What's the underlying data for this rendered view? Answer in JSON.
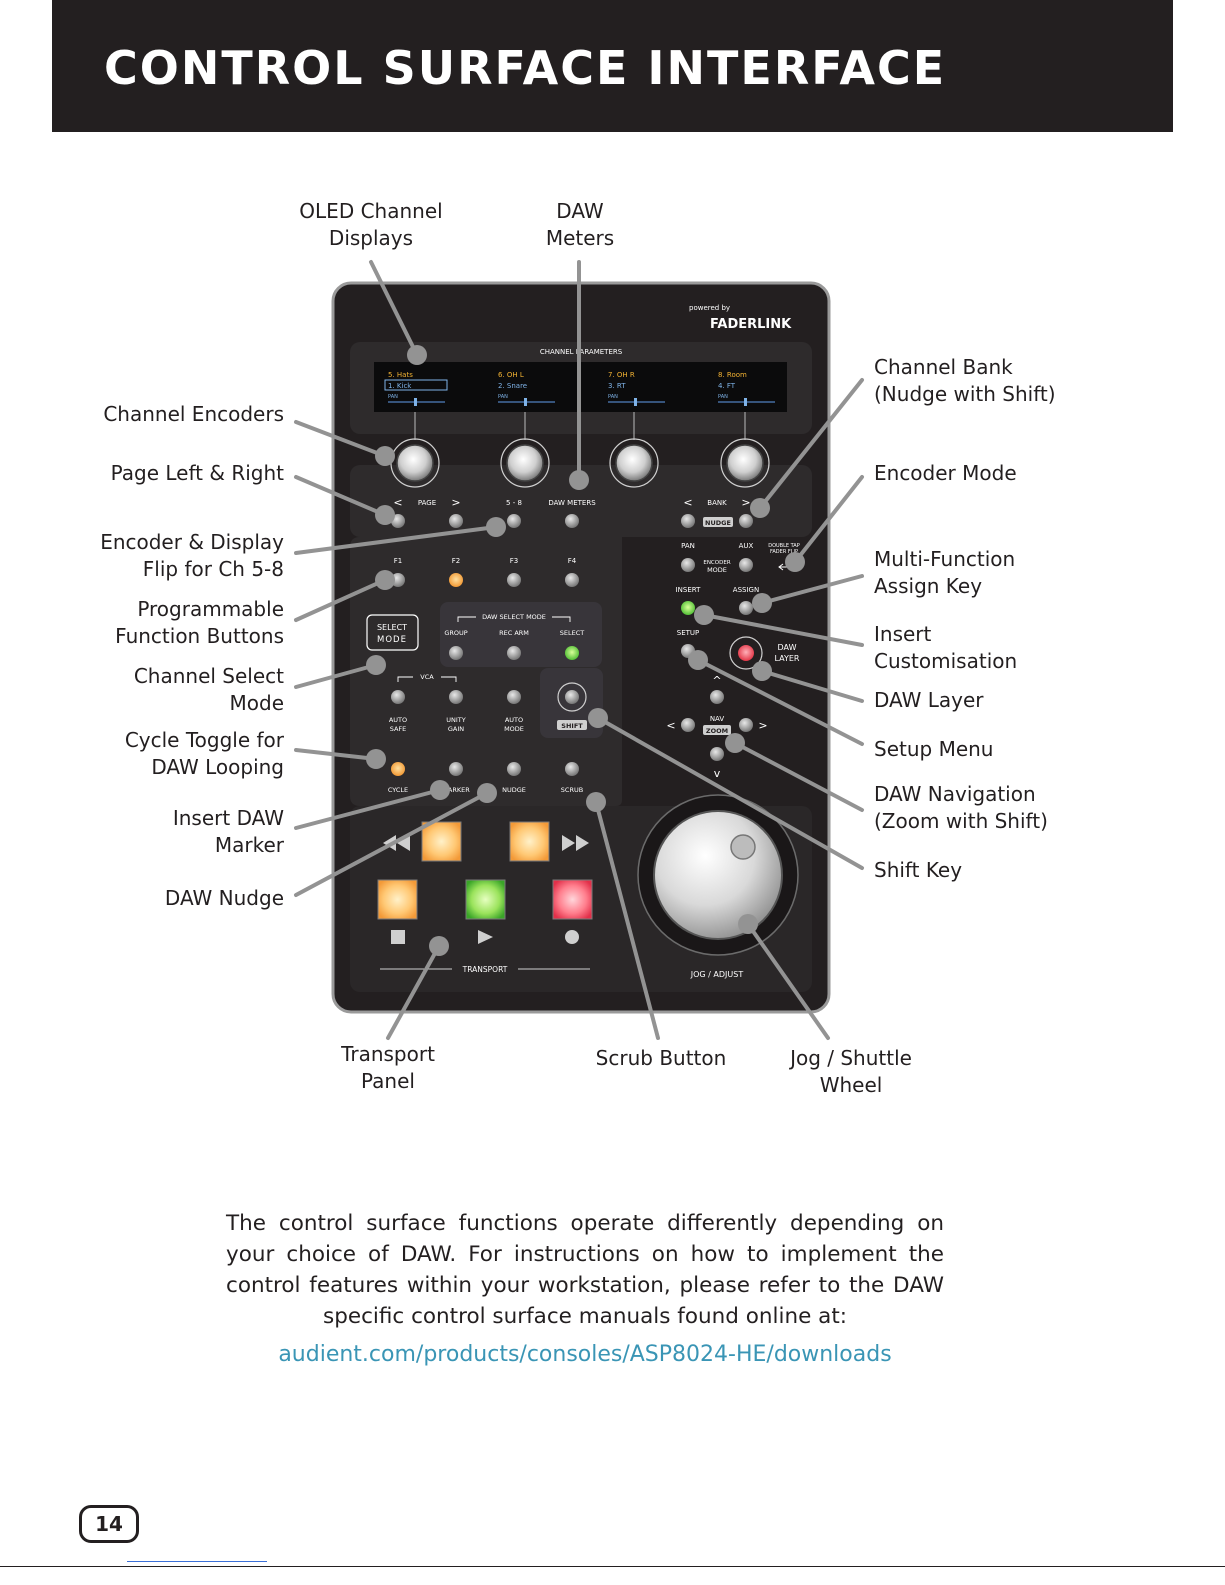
{
  "header": {
    "title": "CONTROL SURFACE INTERFACE"
  },
  "callouts": {
    "oled": "OLED Channel\nDisplays",
    "meters": "DAW\nMeters",
    "encoders": "Channel Encoders",
    "page": "Page Left & Right",
    "flip": "Encoder & Display\nFlip for Ch 5-8",
    "func": "Programmable\nFunction Buttons",
    "chsel": "Channel Select\nMode",
    "cycle": "Cycle Toggle for\nDAW Looping",
    "marker": "Insert DAW\nMarker",
    "nudge": "DAW Nudge",
    "bank": "Channel Bank\n(Nudge with Shift)",
    "encmode": "Encoder Mode",
    "assign": "Multi-Function\nAssign Key",
    "insert": "Insert\nCustomisation",
    "layer": "DAW Layer",
    "setup": "Setup Menu",
    "nav": "DAW Navigation\n(Zoom with Shift)",
    "shift": "Shift Key",
    "transport": "Transport\nPanel",
    "scrub": "Scrub Button",
    "jog": "Jog / Shuttle\nWheel"
  },
  "device": {
    "powered_by": "powered by",
    "brand": "FADERLINK",
    "channel_parameters": "CHANNEL PARAMETERS",
    "displays": [
      {
        "top": "5. Hats",
        "bottom": "1. Kick",
        "param": "PAN"
      },
      {
        "top": "6. OH L",
        "bottom": "2. Snare",
        "param": "PAN"
      },
      {
        "top": "7. OH R",
        "bottom": "3. RT",
        "param": "PAN"
      },
      {
        "top": "8. Room",
        "bottom": "4. FT",
        "param": "PAN"
      }
    ],
    "page": "PAGE",
    "lt": "<",
    "gt": ">",
    "five_eight": "5 - 8",
    "daw_meters": "DAW METERS",
    "bank": "BANK",
    "nudge_badge": "NUDGE",
    "f1": "F1",
    "f2": "F2",
    "f3": "F3",
    "f4": "F4",
    "pan": "PAN",
    "aux": "AUX",
    "encoder_mode_1": "ENCODER",
    "encoder_mode_2": "MODE",
    "double_tap_1": "DOUBLE TAP",
    "double_tap_2": "FADER FLIP",
    "insert": "INSERT",
    "assign": "ASSIGN",
    "setup": "SETUP",
    "daw_layer_1": "DAW",
    "daw_layer_2": "LAYER",
    "select_mode_1": "SELECT",
    "select_mode_2": "MODE",
    "daw_select_mode": "DAW SELECT MODE",
    "group": "GROUP",
    "rec_arm": "REC ARM",
    "select": "SELECT",
    "vca": "VCA",
    "auto_safe_1": "AUTO",
    "auto_safe_2": "SAFE",
    "unity_gain_1": "UNITY",
    "unity_gain_2": "GAIN",
    "auto_mode_1": "AUTO",
    "auto_mode_2": "MODE",
    "shift": "SHIFT",
    "up": "^",
    "down": "v",
    "nav": "NAV",
    "zoom": "ZOOM",
    "cycle": "CYCLE",
    "marker": "MARKER",
    "nudge": "NUDGE",
    "scrub": "SCRUB",
    "transport": "TRANSPORT",
    "jog_adjust": "JOG / ADJUST"
  },
  "body": {
    "text": "The control surface functions operate differently depending on your choice of DAW. For instructions on how to implement the control features within your workstation, please refer to the DAW specific control surface manuals found online at:"
  },
  "link": {
    "url": "audient.com/products/consoles/ASP8024-HE/downloads"
  },
  "footer": {
    "page_number": "14"
  }
}
